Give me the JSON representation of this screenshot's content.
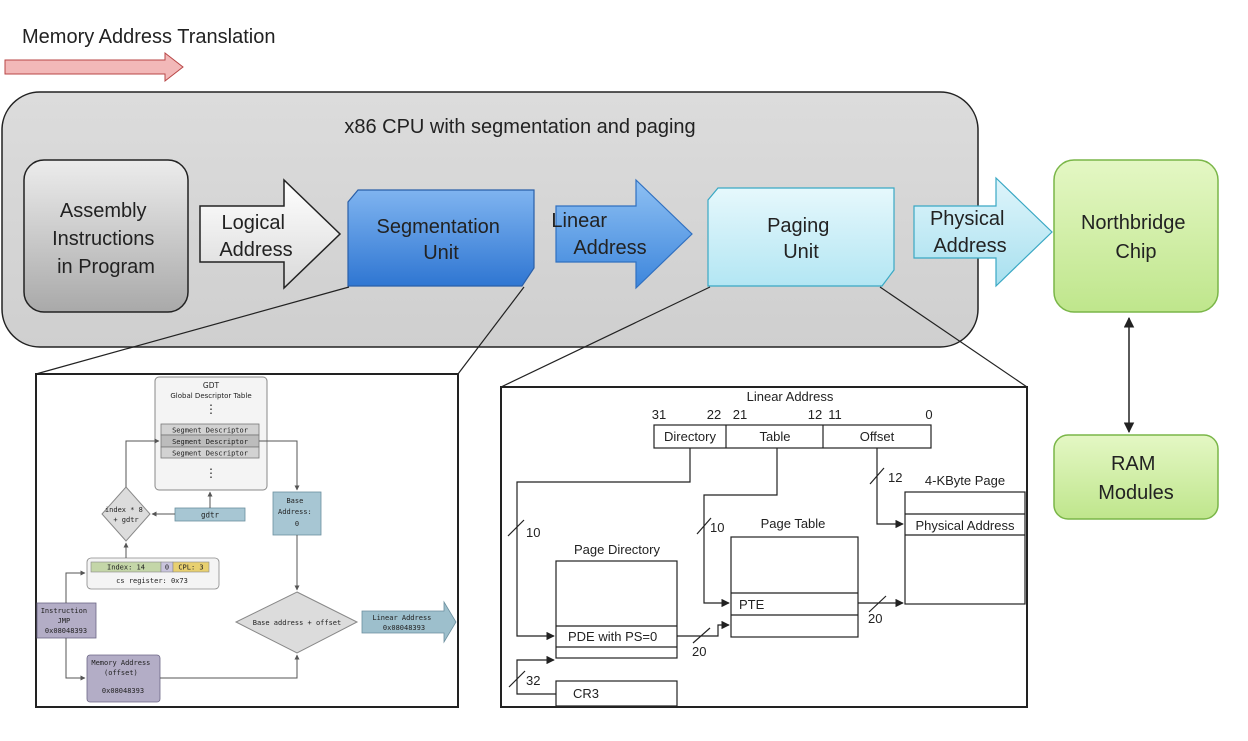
{
  "page_title": "Memory Address Translation",
  "cpu": {
    "title": "x86 CPU with segmentation and paging",
    "assembly": [
      "Assembly",
      "Instructions",
      "in Program"
    ],
    "logical_address": [
      "Logical",
      "Address"
    ],
    "segmentation_unit": [
      "Segmentation",
      "Unit"
    ],
    "linear_address": [
      "Linear",
      "Address"
    ],
    "paging_unit": [
      "Paging",
      "Unit"
    ],
    "physical_address": [
      "Physical",
      "Address"
    ]
  },
  "northbridge": [
    "Northbridge",
    "Chip"
  ],
  "ram": [
    "RAM",
    "Modules"
  ],
  "colors": {
    "cpu_box": "#d6d6d6",
    "segmentation": "#4a8fe0",
    "paging": "#c9eef7",
    "northbridge": "#cdeea0",
    "title_arrow": "#f2b8b8"
  },
  "segmentation_detail": {
    "gdt_title": "GDT",
    "gdt_subtitle": "Global Descriptor Table",
    "segment_descriptors": [
      "Segment Descriptor",
      "Segment Descriptor",
      "Segment Descriptor"
    ],
    "index_gdtr": [
      "index * 8",
      "+ gdtr"
    ],
    "gdtr": "gdtr",
    "base_address": [
      "Base",
      "Address:",
      "0"
    ],
    "index": "Index: 14",
    "ti": "0",
    "cpl": "CPL: 3",
    "cs_register": "cs register: 0x73",
    "instruction": [
      "Instruction",
      "JMP",
      "0x08048393"
    ],
    "base_plus_offset": "Base address + offset",
    "linear_address": [
      "Linear Address",
      "0x08048393"
    ],
    "memory_address": [
      "Memory Address",
      "(offset)",
      "0x08048393"
    ]
  },
  "paging_detail": {
    "linear_address_title": "Linear Address",
    "bits": [
      "31",
      "22",
      "21",
      "12",
      "11",
      "0"
    ],
    "fields": [
      "Directory",
      "Table",
      "Offset"
    ],
    "four_kbyte_page": "4-KByte Page",
    "physical_address": "Physical Address",
    "page_table": "Page Table",
    "pte": "PTE",
    "page_directory": "Page Directory",
    "pde": "PDE with PS=0",
    "cr3": "CR3",
    "bit_widths": [
      "10",
      "10",
      "12",
      "20",
      "20",
      "32"
    ]
  }
}
